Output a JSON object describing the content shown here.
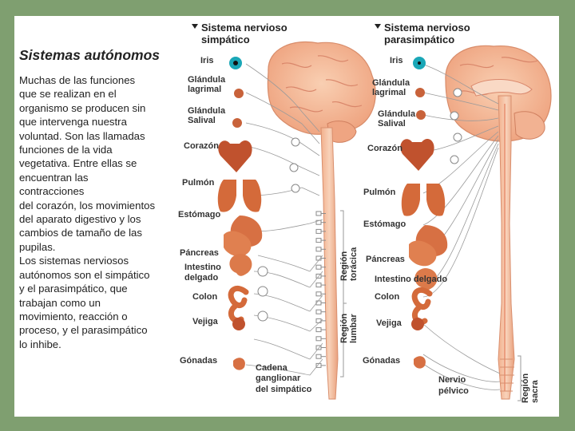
{
  "left_panel": {
    "title": "Sistemas autónomos",
    "paragraph_lines": [
      "Muchas de las funciones",
      "que se realizan en el",
      "organismo se producen sin",
      "que intervenga nuestra",
      "voluntad. Son las llamadas",
      "funciones de la vida",
      "vegetativa. Entre ellas se",
      "encuentran las",
      "contracciones",
      "del corazón, los movimientos",
      "del aparato digestivo y los",
      "cambios de tamaño de las",
      "pupilas.",
      "Los sistemas nerviosos",
      "autónomos son el simpático",
      "y el parasimpático, que",
      "trabajan como un",
      "movimiento, reacción o",
      "proceso, y el parasimpático",
      "lo inhibe."
    ]
  },
  "sympathetic": {
    "title_line1": "Sistema nervioso",
    "title_line2": "simpático",
    "organs": {
      "iris": "Iris",
      "lacrimal_1": "Glándula",
      "lacrimal_2": "lagrimal",
      "salival_1": "Glándula",
      "salival_2": "Salival",
      "heart": "Corazón",
      "lung": "Pulmón",
      "stomach": "Estómago",
      "pancreas": "Páncreas",
      "intestine_1": "Intestino",
      "intestine_2": "delgado",
      "colon": "Colon",
      "bladder": "Vejiga",
      "gonads": "Gónadas"
    },
    "chain_1": "Cadena",
    "chain_2": "ganglionar",
    "chain_3": "del simpático",
    "region_thoracic_1": "Región",
    "region_thoracic_2": "torácica",
    "region_lumbar_1": "Región",
    "region_lumbar_2": "lumbar"
  },
  "parasympathetic": {
    "title_line1": "Sistema nervioso",
    "title_line2": "parasimpático",
    "organs": {
      "iris": "Iris",
      "lacrimal_1": "Glándula",
      "lacrimal_2": "lagrimal",
      "salival_1": "Glándula",
      "salival_2": "Salival",
      "heart": "Corazón",
      "lung": "Pulmón",
      "stomach": "Estómago",
      "pancreas": "Páncreas",
      "intestine": "Intestino delgado",
      "colon": "Colon",
      "bladder": "Vejiga",
      "gonads": "Gónadas"
    },
    "pelvic_1": "Nervio",
    "pelvic_2": "pélvico",
    "region_sacral_1": "Región",
    "region_sacral_2": "sacra"
  },
  "colors": {
    "frame": "#7f9f70",
    "tissue": "#f4b58f",
    "tissue_dark": "#d9866a",
    "organ": "#d46a3a",
    "eye": "#1aa7b7",
    "nerve": "#9a9a9a"
  }
}
